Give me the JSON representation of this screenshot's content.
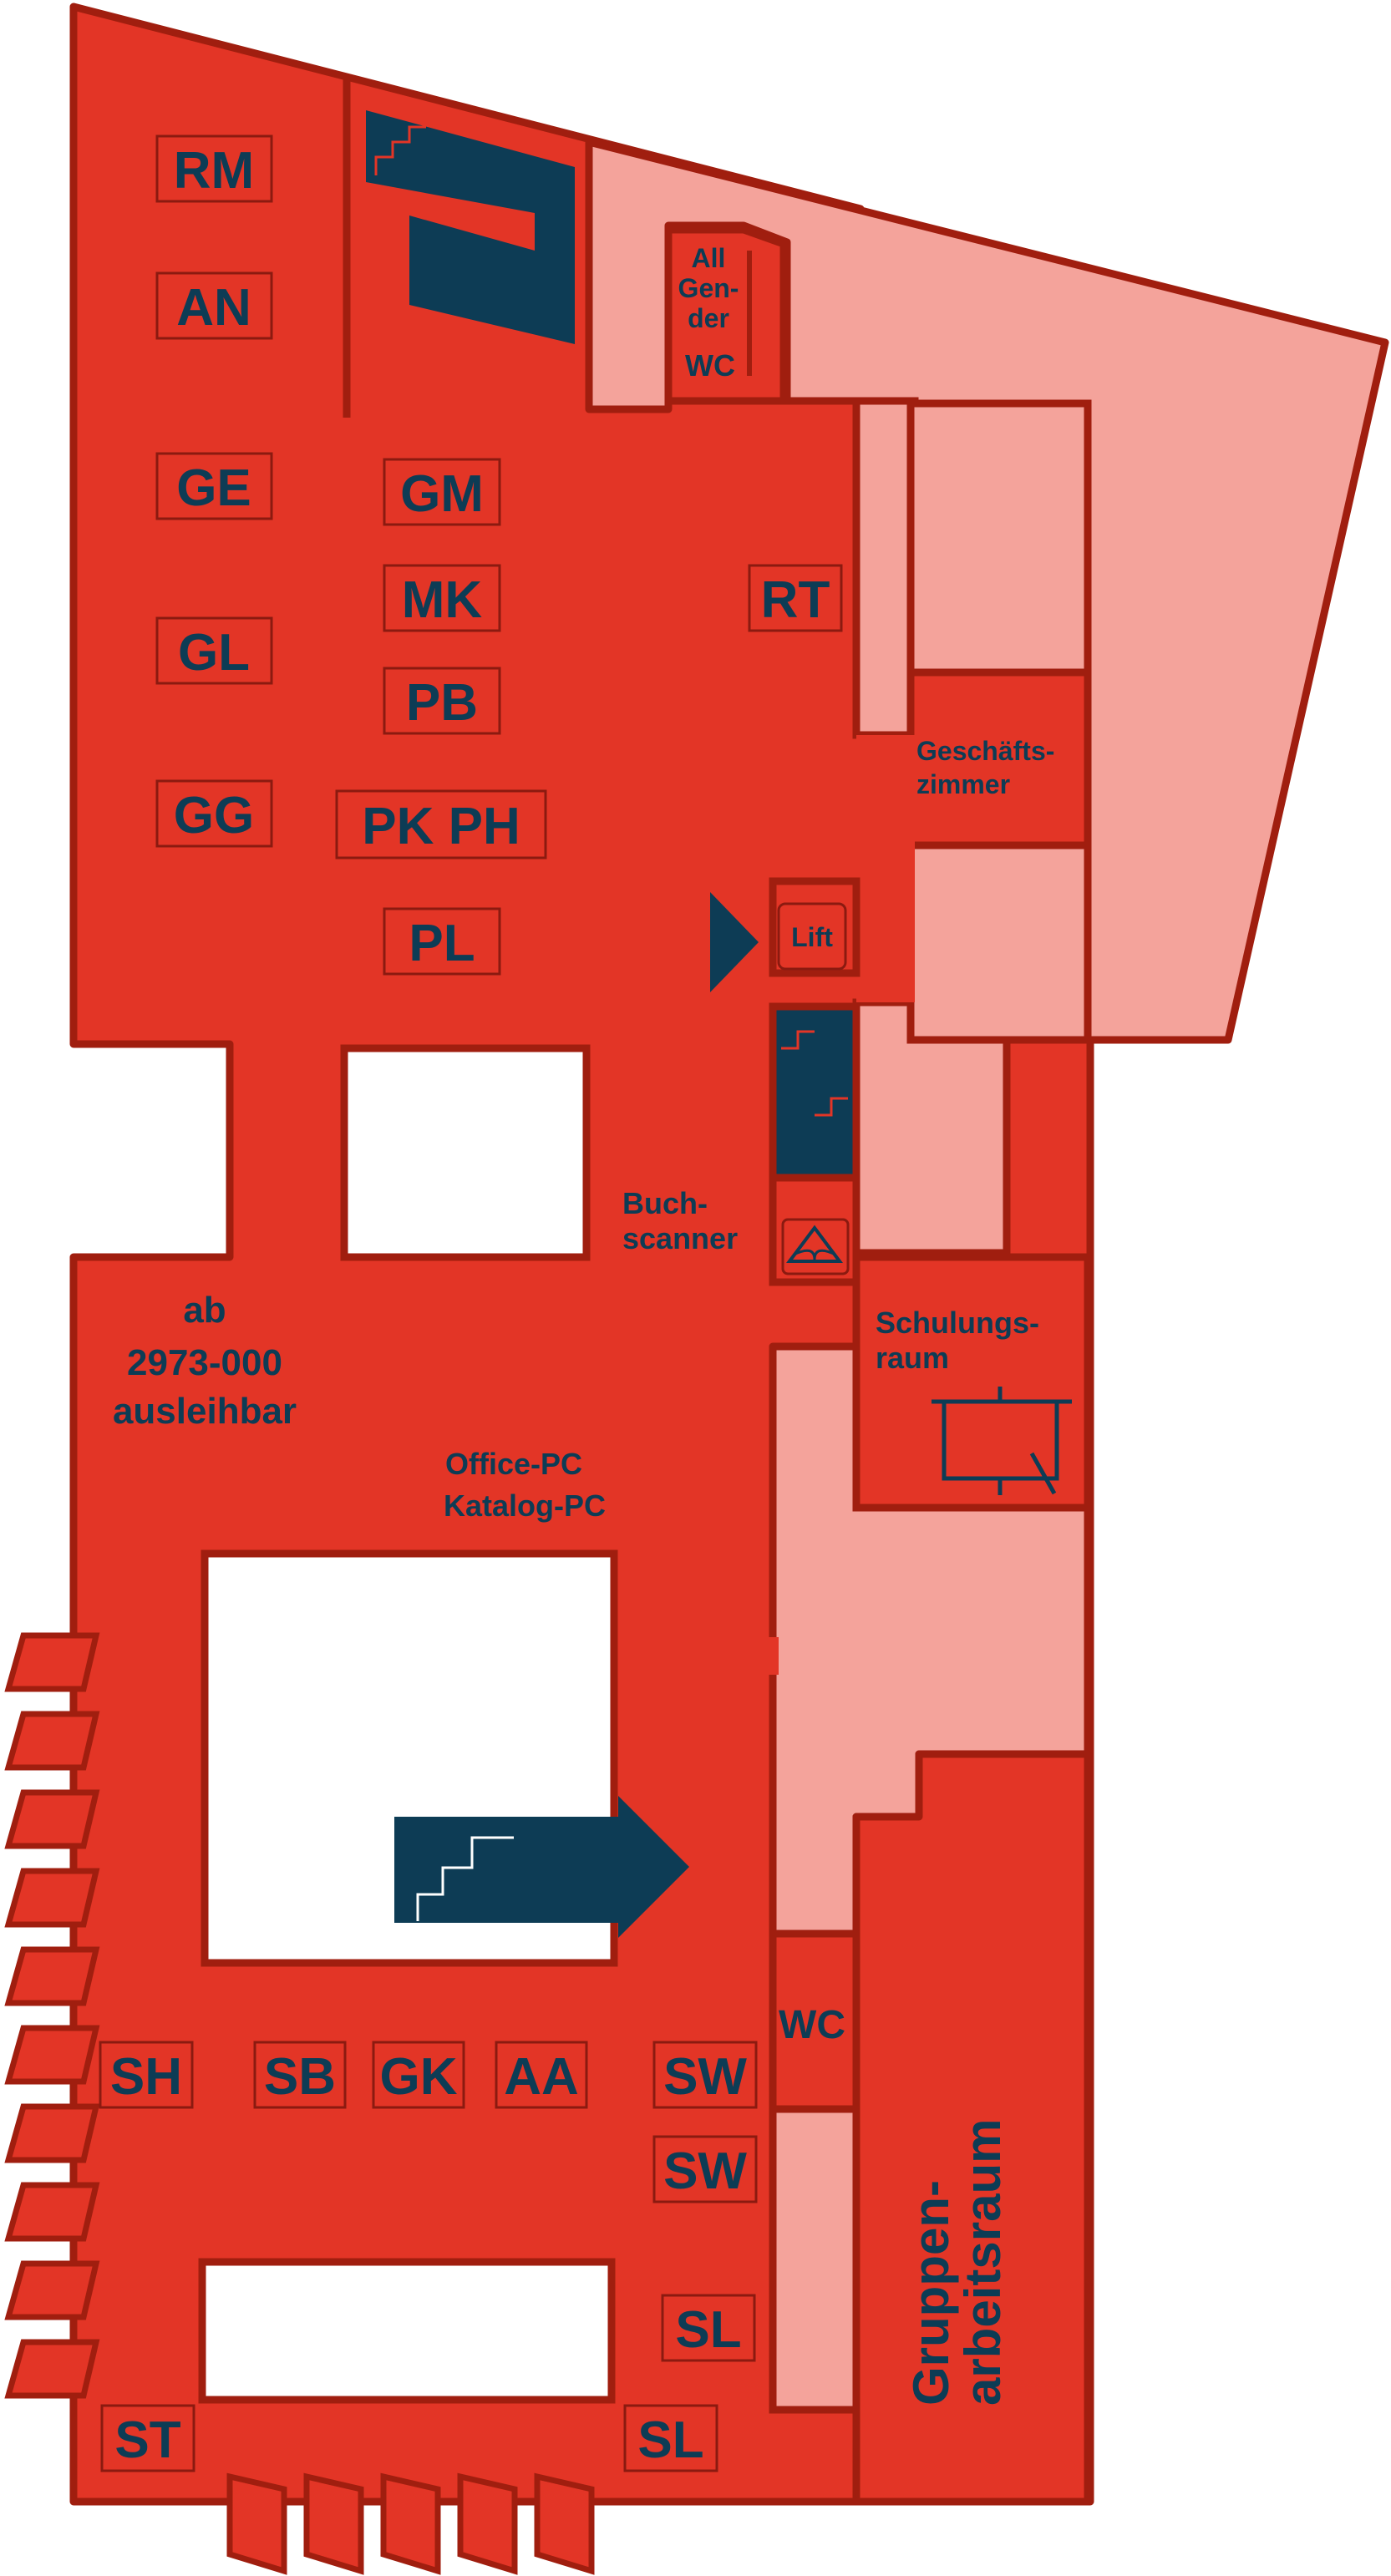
{
  "map": {
    "colors": {
      "library_area": "#e33526",
      "restricted_area": "#f4a39b",
      "wall": "#a01e0f",
      "label": "#0d3c55",
      "void": "#ffffff"
    },
    "shelf_codes": {
      "rm": "RM",
      "an": "AN",
      "ge": "GE",
      "gl": "GL",
      "gg": "GG",
      "gm": "GM",
      "mk": "MK",
      "pb": "PB",
      "pk_ph": "PK PH",
      "pl": "PL",
      "rt": "RT",
      "sh": "SH",
      "sb": "SB",
      "gk": "GK",
      "aa": "AA",
      "sw_1": "SW",
      "sw_2": "SW",
      "sl_1": "SL",
      "sl_2": "SL",
      "st": "ST"
    },
    "rooms": {
      "all_gender_wc": [
        "All",
        "Gen-",
        "der",
        "WC"
      ],
      "geschaeftszimmer": [
        "Geschäfts-",
        "zimmer"
      ],
      "lift": "Lift",
      "buchscanner": [
        "Buch-",
        "scanner"
      ],
      "schulungsraum": [
        "Schulungs-",
        "raum"
      ],
      "wc": "WC",
      "gruppenarbeitsraum": [
        "Gruppen-",
        "arbeitsraum"
      ]
    },
    "notes": {
      "lending": [
        "ab",
        "2973-000",
        "ausleihbar"
      ],
      "computers": [
        "Office-PC",
        "Katalog-PC"
      ]
    },
    "icons": [
      "stairs-icon",
      "stairs-down-arrow-icon",
      "lift-arrow-icon",
      "book-scanner-icon",
      "projector-screen-icon"
    ]
  }
}
